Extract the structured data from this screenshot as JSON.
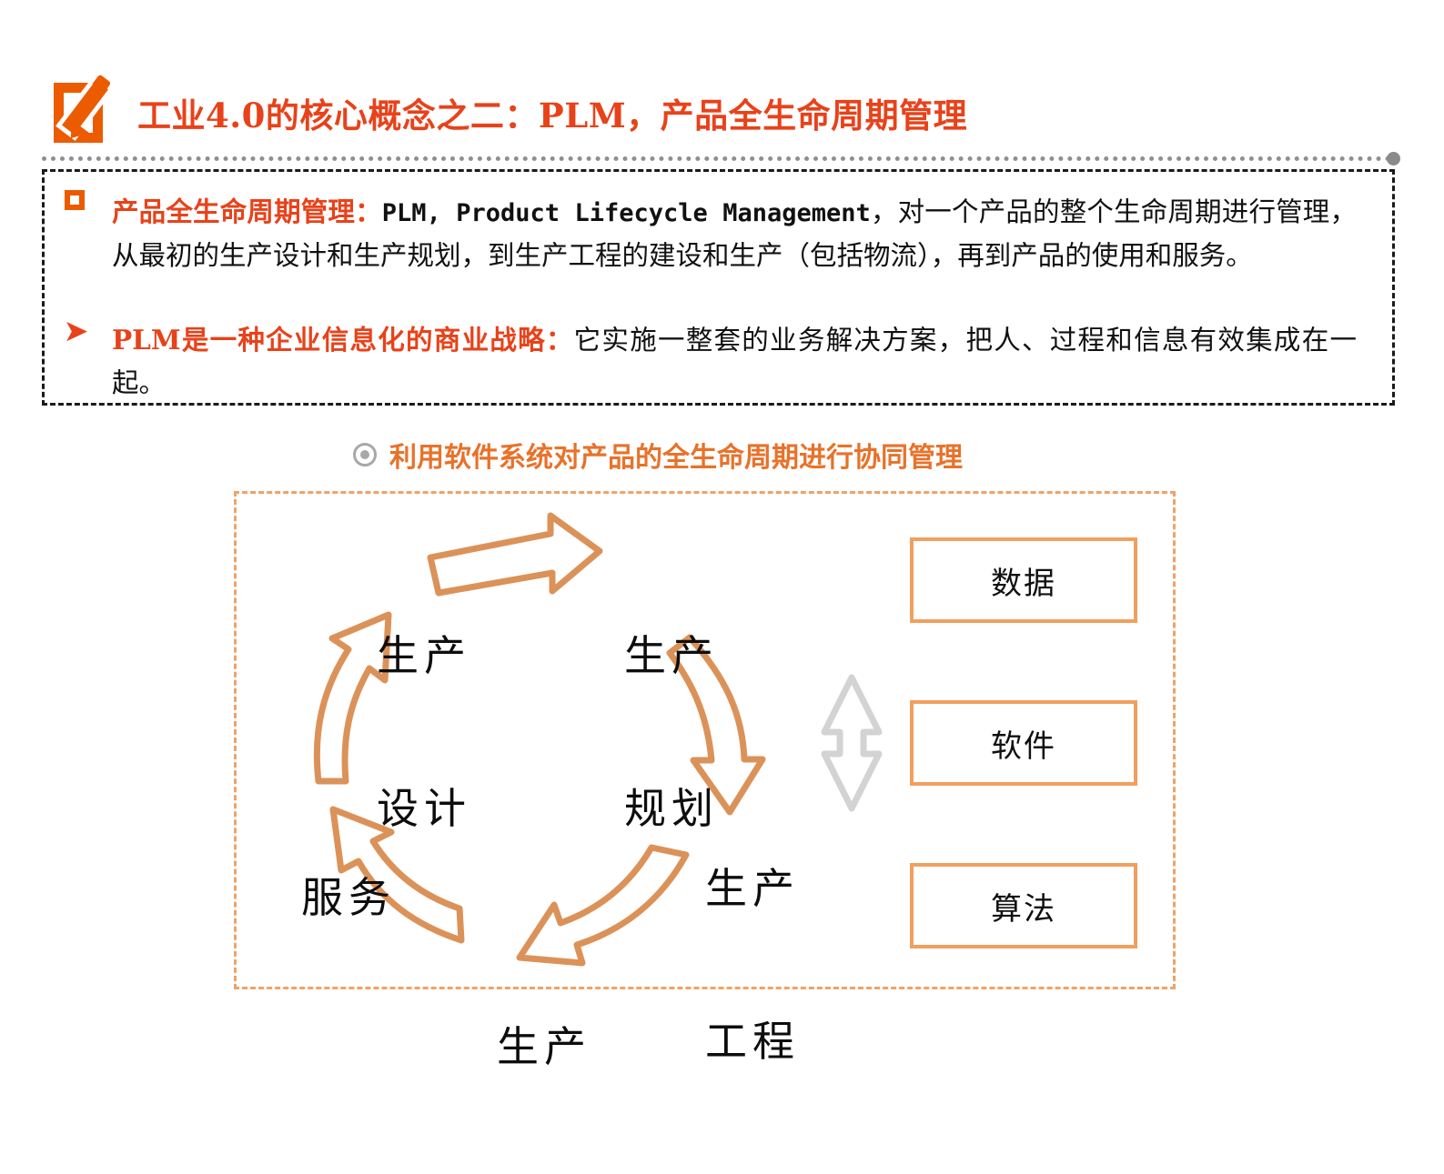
{
  "slide": {
    "title": "工业4.0的核心概念之二：PLM，产品全生命周期管理",
    "title_icon": "edit-square-pencil-icon",
    "accent_orange": "#EC5B00",
    "title_text_color": "#E8421A",
    "diagram_orange": "#F0A05E",
    "arrow_orange": "#DB9259",
    "gray": "#a8a8a8"
  },
  "body": {
    "bullets": [
      {
        "marker": "square-outline-marker",
        "heading": "产品全生命周期管理：",
        "mono": "PLM, Product Lifecycle Management",
        "text": "，对一个产品的整个生命周期进行管理，从最初的生产设计和生产规划，到生产工程的建设和生产（包括物流），再到产品的使用和服务。"
      },
      {
        "marker": "arrow-triangle-marker",
        "heading": "PLM是一种企业信息化的商业战略：",
        "mono": "",
        "text": "它实施一整套的业务解决方案，把人、过程和信息有效集成在一起。"
      }
    ]
  },
  "subtitle": {
    "bullet": "circle-dot-icon",
    "text": "利用软件系统对产品的全生命周期进行协同管理"
  },
  "diagram": {
    "cycle_labels": [
      {
        "id": "design",
        "line1": "生产",
        "line2": "设计"
      },
      {
        "id": "planning",
        "line1": "生产",
        "line2": "规划"
      },
      {
        "id": "engineering",
        "line1": "生产",
        "line2": "工程"
      },
      {
        "id": "production",
        "line1": "生产",
        "line2": ""
      },
      {
        "id": "service",
        "line1": "服务",
        "line2": ""
      }
    ],
    "side_boxes": [
      {
        "label": "数据"
      },
      {
        "label": "软件"
      },
      {
        "label": "算法"
      }
    ],
    "link_arrow": "double-headed-vertical-arrow-icon"
  }
}
